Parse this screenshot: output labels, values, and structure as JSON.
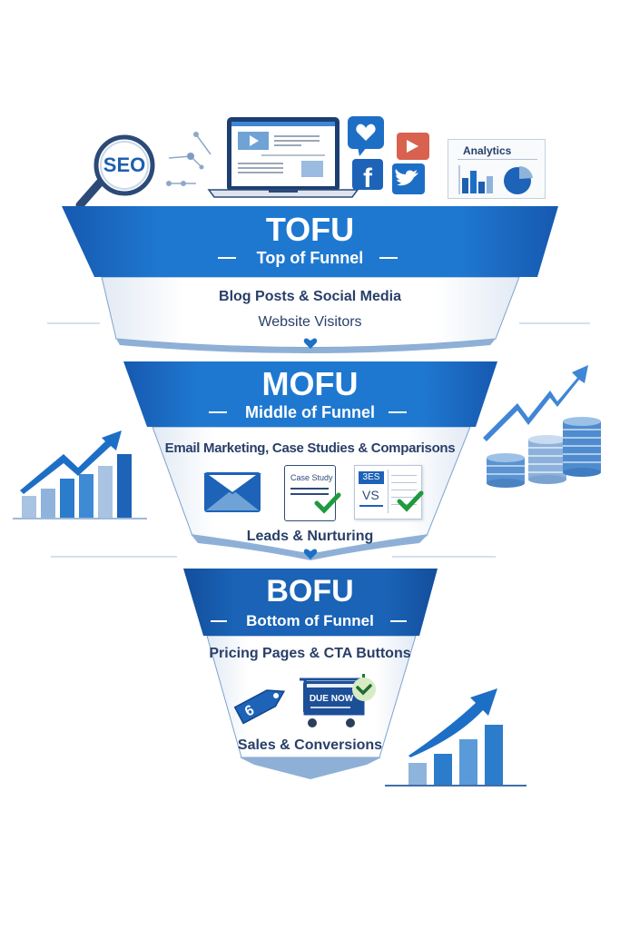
{
  "colors": {
    "primary_blue": "#1d6fc6",
    "dark_blue": "#1450a0",
    "light_blue": "#8fb4db",
    "panel_white": "#ffffff",
    "panel_shade": "#e6edf6",
    "text_dark": "#283f68",
    "check_green": "#1f9a3f",
    "youtube_red": "#d9614f"
  },
  "top_icons": {
    "seo": {
      "label": "SEO",
      "icon": "magnifier-icon"
    },
    "laptop": {
      "icon": "laptop-video-icon"
    },
    "social": [
      "heart-chat-icon",
      "youtube-icon",
      "facebook-icon",
      "twitter-icon"
    ],
    "analytics": {
      "label": "Analytics",
      "icon": "analytics-dashboard-icon"
    }
  },
  "stages": [
    {
      "abbr": "TOFU",
      "name": "Top of Funnel",
      "content": "Blog Posts & Social Media",
      "outcome": "Website Visitors"
    },
    {
      "abbr": "MOFU",
      "name": "Middle of Funnel",
      "content": "Email Marketing, Case Studies & Comparisons",
      "icons": {
        "email": "envelope-icon",
        "case_study_label": "Case Study",
        "comparison_top": "3ES",
        "comparison_vs": "VS"
      },
      "outcome": "Leads & Nurturing"
    },
    {
      "abbr": "BOFU",
      "name": "Bottom of Funnel",
      "content": "Pricing Pages & CTA Buttons",
      "icons": {
        "price_tag_label": "6",
        "cart_label": "DUE NOW"
      },
      "outcome": "Sales & Conversions"
    }
  ],
  "decorations": {
    "left_chart": "rising-bar-chart-icon",
    "right_coins": "coin-stacks-growth-icon",
    "bottom_right_chart": "growth-bar-chart-icon"
  },
  "dash": "—"
}
